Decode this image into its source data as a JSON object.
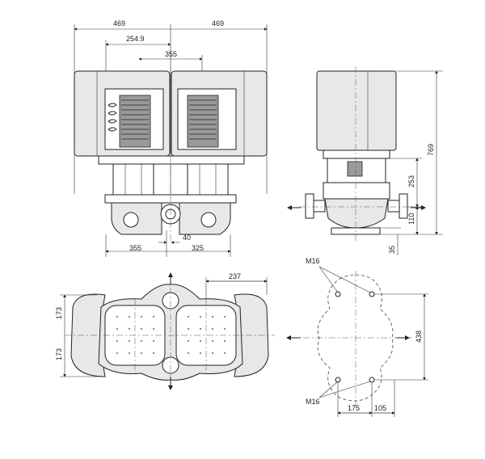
{
  "dimensions": {
    "top_left_width": "469",
    "top_right_width": "469",
    "inner_width_254": "254.9",
    "inner_width_355_top": "355",
    "offset_40": "40",
    "bottom_left_355": "355",
    "bottom_right_325": "325",
    "side_total_height": "769",
    "side_height_253": "253",
    "side_height_110": "110",
    "side_height_35": "35",
    "plan_width_237": "237",
    "plan_upper_173": "173",
    "plan_lower_173": "173",
    "base_height_438": "438",
    "base_width_175": "175",
    "base_width_105": "105",
    "bolt_top": "M16",
    "bolt_bottom": "M16"
  }
}
